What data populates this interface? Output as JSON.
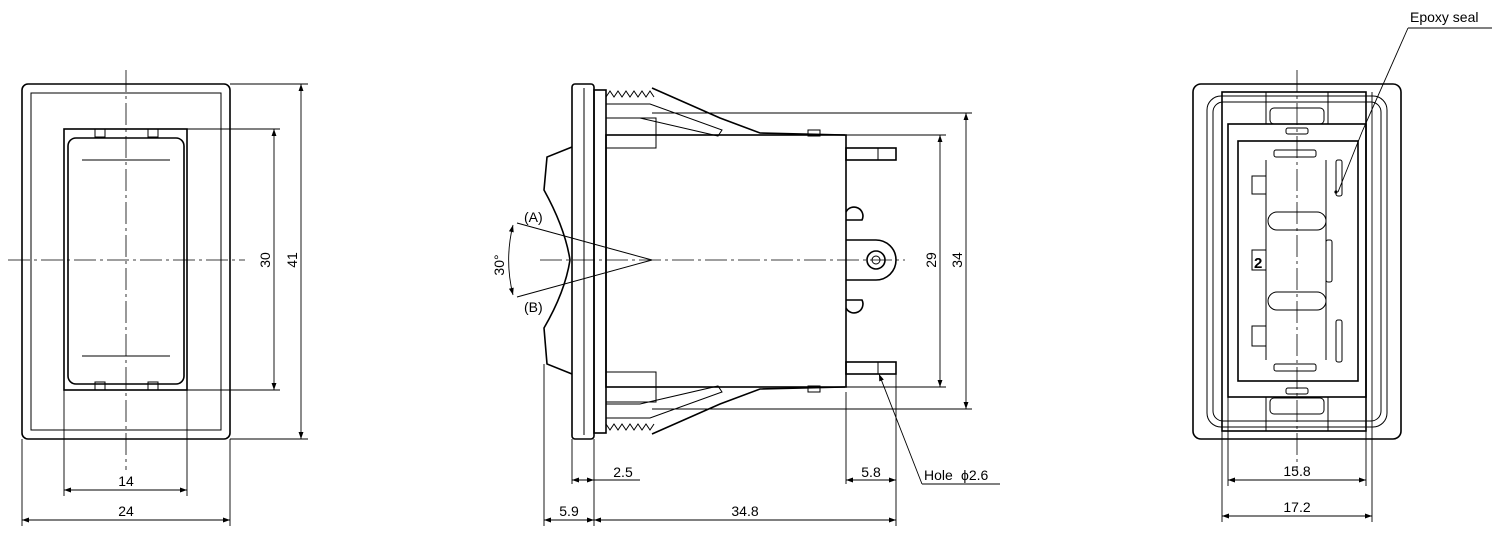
{
  "front_view": {
    "dim_width_inner": "14",
    "dim_width_outer": "24",
    "dim_height_inner": "30",
    "dim_height_outer": "41"
  },
  "side_view": {
    "label_a": "(A)",
    "label_b": "(B)",
    "dim_angle": "30°",
    "dim_panel": "2.5",
    "dim_actuator": "5.9",
    "dim_body_length": "34.8",
    "dim_terminal": "5.8",
    "dim_body_height": "29",
    "dim_overall_height": "34",
    "hole_label": "Hole",
    "hole_diameter": "ϕ2.6"
  },
  "rear_view": {
    "epoxy_label": "Epoxy seal",
    "dim_inner_width": "15.8",
    "dim_outer_width": "17.2"
  }
}
